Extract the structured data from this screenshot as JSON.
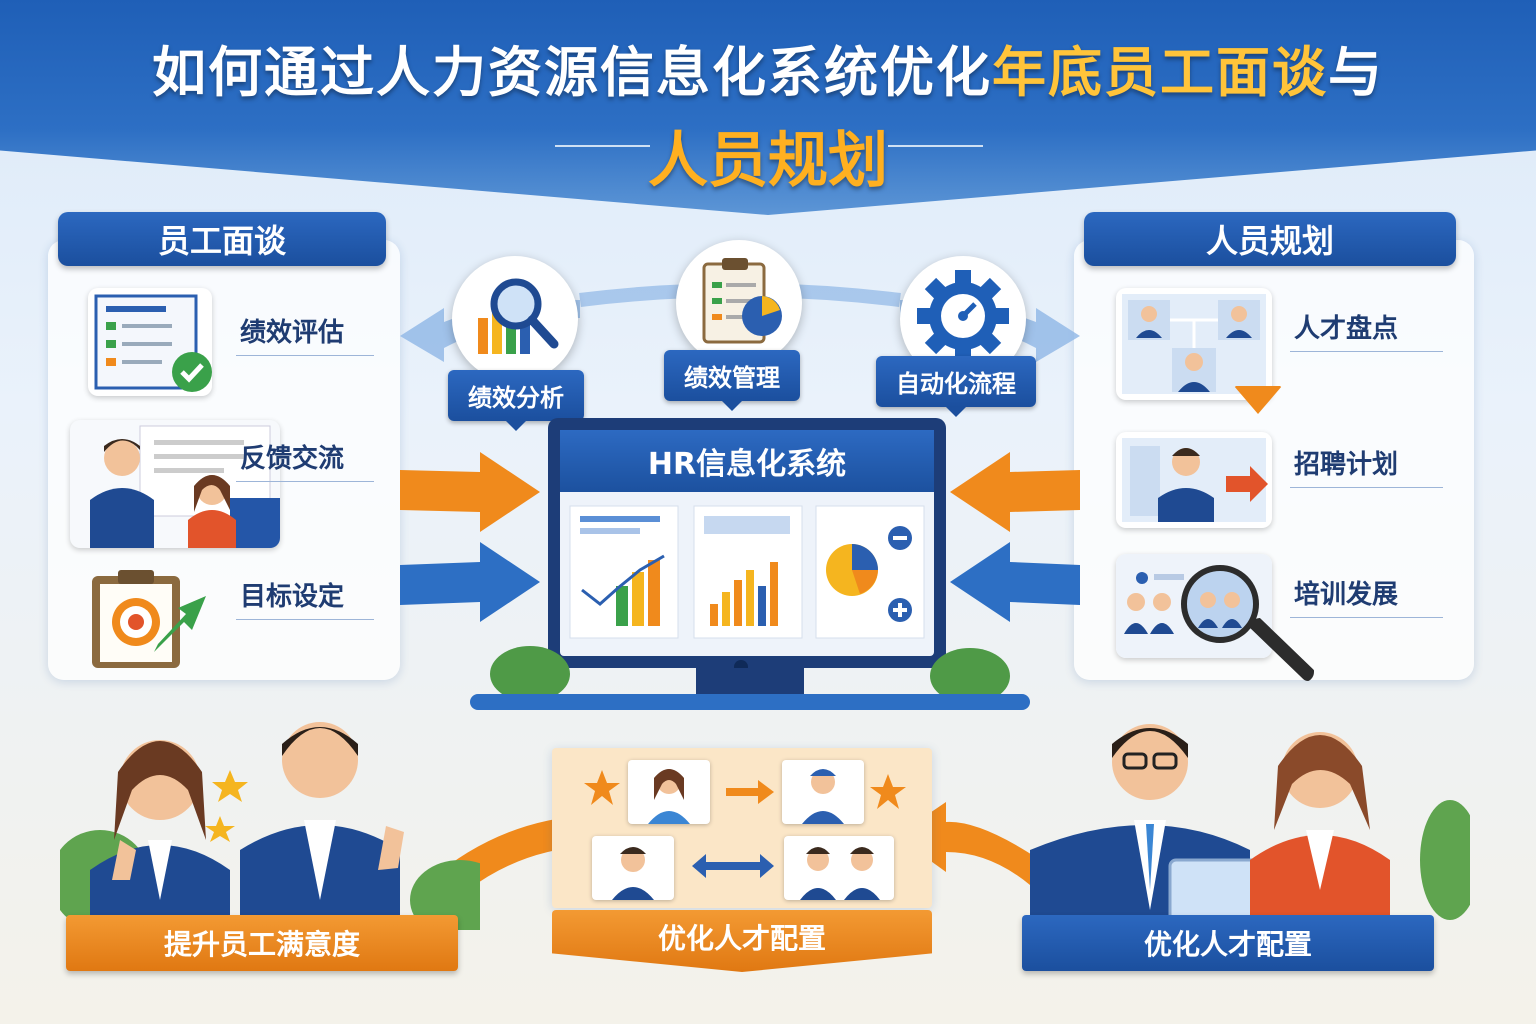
{
  "header": {
    "title_line1_main": "如何通过人力资源信息化系统优化",
    "title_line1_highlight": "年底员工面谈",
    "title_line1_tail": "与",
    "title_line2": "人员规划"
  },
  "left_panel": {
    "title": "员工面谈",
    "items": [
      {
        "label": "绩效评估",
        "icon": "checklist-document-icon"
      },
      {
        "label": "反馈交流",
        "icon": "meeting-people-icon"
      },
      {
        "label": "目标设定",
        "icon": "target-clipboard-icon"
      }
    ]
  },
  "right_panel": {
    "title": "人员规划",
    "items": [
      {
        "label": "人才盘点",
        "icon": "org-chart-icon"
      },
      {
        "label": "招聘计划",
        "icon": "recruit-person-icon"
      },
      {
        "label": "培训发展",
        "icon": "team-magnifier-icon"
      }
    ]
  },
  "features": [
    {
      "label": "绩效分析",
      "icon": "chart-magnifier-icon"
    },
    {
      "label": "绩效管理",
      "icon": "clipboard-chart-icon"
    },
    {
      "label": "自动化流程",
      "icon": "gear-gauge-icon"
    }
  ],
  "system": {
    "title": "HR信息化系统"
  },
  "bottom": {
    "left_banner": "提升员工满意度",
    "center_banner": "优化人才配置",
    "right_banner": "优化人才配置"
  },
  "colors": {
    "primary_blue": "#1f5fb7",
    "accent_orange": "#f08a1c",
    "title_gold": "#ffc43a"
  }
}
